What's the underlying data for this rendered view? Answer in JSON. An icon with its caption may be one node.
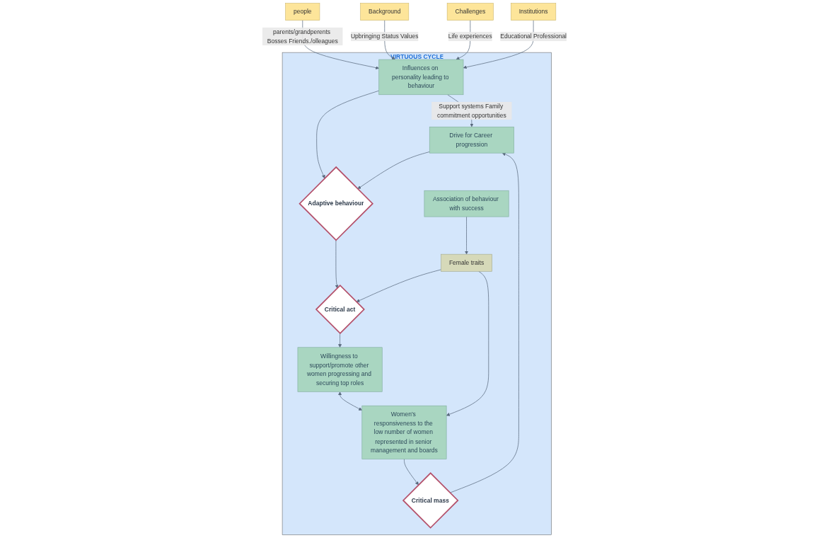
{
  "diagram": {
    "nodes": [
      {
        "text": [
          "VIRTUOUS CYCLE"
        ]
      },
      {
        "text": [
          "people"
        ]
      },
      {
        "text": [
          "Background"
        ]
      },
      {
        "text": [
          "Challenges"
        ]
      },
      {
        "text": [
          "Institutions"
        ]
      },
      {
        "text": [
          "Influences on personality leading to behaviour"
        ],
        "in": 0
      },
      {
        "text": [
          "Drive for Career progression"
        ],
        "in": 0
      },
      {
        "text": [
          "Adaptive behaviour"
        ],
        "in": 0
      },
      {
        "text": [
          "Association of behaviour with success"
        ],
        "in": 0
      },
      {
        "text": [
          "Critical act"
        ],
        "in": 0
      },
      {
        "text": [
          "Female traits"
        ],
        "in": 0
      },
      {
        "text": [
          "Willingness to support/promote other women progressing and securing top roles"
        ],
        "in": 0
      },
      {
        "text": [
          "Women's responsiveness to the low number of women represented in senior management and boards"
        ],
        "in": 0
      },
      {
        "text": [
          "Critical mass"
        ],
        "in": 0
      }
    ],
    "edges": [
      {
        "from": 1,
        "to": 5,
        "arrow": "to",
        "label": "parents/grandperents Bosses Friends./olleagues"
      },
      {
        "from": 2,
        "to": 5,
        "arrow": "to",
        "label": "Upbringing Status Values"
      },
      {
        "from": 3,
        "to": 5,
        "arrow": "to",
        "label": "Life experiences"
      },
      {
        "from": 4,
        "to": 5,
        "arrow": "to",
        "label": "Educational Professional"
      },
      {
        "from": 5,
        "to": 6,
        "arrow": "to",
        "label": "Support systems Family commitment opportunities"
      },
      {
        "from": 5,
        "to": 7,
        "arrow": "to"
      },
      {
        "from": 6,
        "to": 7,
        "arrow": "to"
      },
      {
        "from": 7,
        "to": 9,
        "arrow": "to"
      },
      {
        "from": 8,
        "to": 10,
        "arrow": "to"
      },
      {
        "from": 10,
        "to": 9,
        "arrow": "to"
      },
      {
        "from": 9,
        "to": 11,
        "arrow": "to"
      },
      {
        "from": 11,
        "to": 12,
        "arrow": "both"
      },
      {
        "from": 10,
        "to": 12,
        "arrow": "to"
      },
      {
        "from": 12,
        "to": 13,
        "arrow": "to"
      },
      {
        "from": 13,
        "to": 6,
        "arrow": "to"
      }
    ]
  }
}
